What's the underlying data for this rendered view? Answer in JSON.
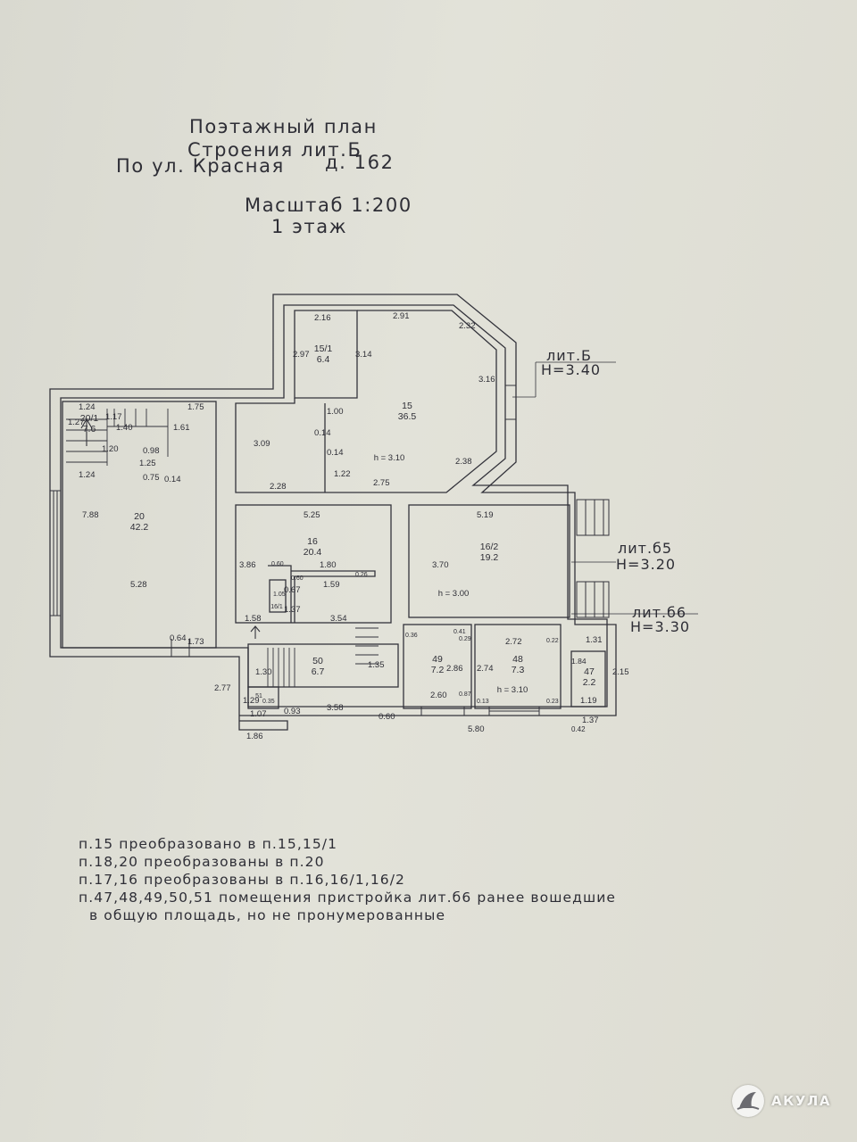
{
  "title": {
    "line1": "Поэтажный план",
    "line2": "Строения лит.Б",
    "line3_street": "По ул. Красная",
    "line3_house": "д. 162",
    "scale": "Масштаб 1:200",
    "floor": "1 этаж"
  },
  "annotations": {
    "lit_b": "лит.Б",
    "lit_b_h": "H=3.40",
    "lit_b5": "лит.б5",
    "lit_b5_h": "H=3.20",
    "lit_b6": "лит.б6",
    "lit_b6_h": "H=3.30"
  },
  "rooms": {
    "r15_1": {
      "num": "15/1",
      "area": "6.4"
    },
    "r15": {
      "num": "15",
      "area": "36.5",
      "h": "h = 3.10"
    },
    "r20_1": {
      "num": "20/1",
      "area": "7.6"
    },
    "r20": {
      "num": "20",
      "area": "42.2"
    },
    "r16": {
      "num": "16",
      "area": "20.4"
    },
    "r16_1": {
      "num": "16/1",
      "area": ""
    },
    "r16_2": {
      "num": "16/2",
      "area": "19.2",
      "h": "h = 3.00"
    },
    "r50": {
      "num": "50",
      "area": "6.7"
    },
    "r49": {
      "num": "49",
      "area": "7.2"
    },
    "r48": {
      "num": "48",
      "area": "7.3",
      "h": "h = 3.10"
    },
    "r47": {
      "num": "47",
      "area": "2.2"
    },
    "r51": {
      "num": "51",
      "area": ""
    }
  },
  "dimensions": {
    "d_2_16": "2.16",
    "d_2_91": "2.91",
    "d_2_32": "2.32",
    "d_3_16": "3.16",
    "d_2_97": "2.97",
    "d_3_14": "3.14",
    "d_1_00": "1.00",
    "d_0_14a": "0.14",
    "d_0_14b": "0.14",
    "d_1_22": "1.22",
    "d_2_38": "2.38",
    "d_3_09": "3.09",
    "d_2_28": "2.28",
    "d_2_75": "2.75",
    "d_1_24a": "1.24",
    "d_1_27": "1.27",
    "d_1_17": "1.17",
    "d_1_40": "1.40",
    "d_1_61": "1.61",
    "d_1_75": "1.75",
    "d_1_20": "1.20",
    "d_0_98": "0.98",
    "d_1_25": "1.25",
    "d_0_75": "0.75",
    "d_0_14c": "0.14",
    "d_1_24b": "1.24",
    "d_7_88": "7.88",
    "d_5_28": "5.28",
    "d_0_64": "0.64",
    "d_1_73": "1.73",
    "d_5_25": "5.25",
    "d_3_86": "3.86",
    "d_1_80": "1.80",
    "d_0_60a": "0.60",
    "d_0_60b": "0.60",
    "d_0_26": "0.26",
    "d_1_05": "1.05",
    "d_0_67": "0.67",
    "d_1_59": "1.59",
    "d_1_37": "1.37",
    "d_1_58": "1.58",
    "d_3_54": "3.54",
    "d_5_19": "5.19",
    "d_3_70": "3.70",
    "d_1_30": "1.30",
    "d_1_35": "1.35",
    "d_1_29": "1.29",
    "d_0_35": "0.35",
    "d_1_07": "1.07",
    "d_2_77": "2.77",
    "d_0_93": "0.93",
    "d_3_58": "3.58",
    "d_0_60c": "0.60",
    "d_1_86": "1.86",
    "d_0_41": "0.41",
    "d_0_36": "0.36",
    "d_0_29": "0.29",
    "d_2_86": "2.86",
    "d_2_60": "2.60",
    "d_0_87": "0.87",
    "d_0_13": "0.13",
    "d_2_72": "2.72",
    "d_0_22": "0.22",
    "d_2_74": "2.74",
    "d_0_23": "0.23",
    "d_5_80": "5.80",
    "d_1_31": "1.31",
    "d_1_84": "1.84",
    "d_2_15": "2.15",
    "d_1_19": "1.19",
    "d_1_37b": "1.37",
    "d_0_42": "0.42"
  },
  "notes": [
    "п.15 преобразовано в п.15,15/1",
    "п.18,20 преобразованы в п.20",
    "п.17,16 преобразованы в п.16,16/1,16/2",
    "п.47,48,49,50,51 помещения пристройка лит.б6 ранее вошедшие",
    "в общую площадь, но не пронумерованные"
  ],
  "watermark": "АКУЛА",
  "colors": {
    "ink": "#2e2e36",
    "paper": "#dfdfd6"
  }
}
